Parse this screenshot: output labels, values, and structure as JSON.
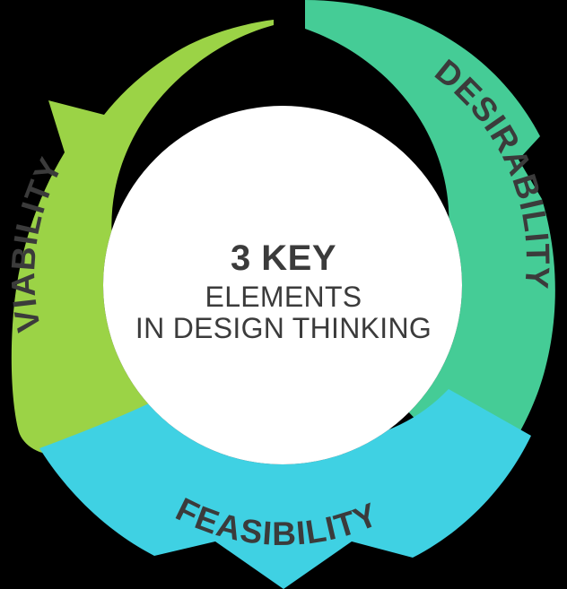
{
  "diagram": {
    "type": "donut-segments",
    "background_color": "#000000",
    "center_circle_color": "#ffffff",
    "center": {
      "title": "3 KEY",
      "subtitle_line1": "ELEMENTS",
      "subtitle_line2": "IN DESIGN THINKING",
      "text_color": "#3b3b3b"
    },
    "segments": [
      {
        "id": "viability",
        "label": "VIABILITY",
        "color": "#9bd346",
        "position": "upper-left",
        "label_color": "#3b3b3b"
      },
      {
        "id": "desirability",
        "label": "DESIRABILITY",
        "color": "#45cc96",
        "position": "upper-right",
        "label_color": "#3b3b3b"
      },
      {
        "id": "feasibility",
        "label": "FEASIBILITY",
        "color": "#3fd1e3",
        "position": "bottom",
        "label_color": "#3b3b3b"
      }
    ]
  }
}
